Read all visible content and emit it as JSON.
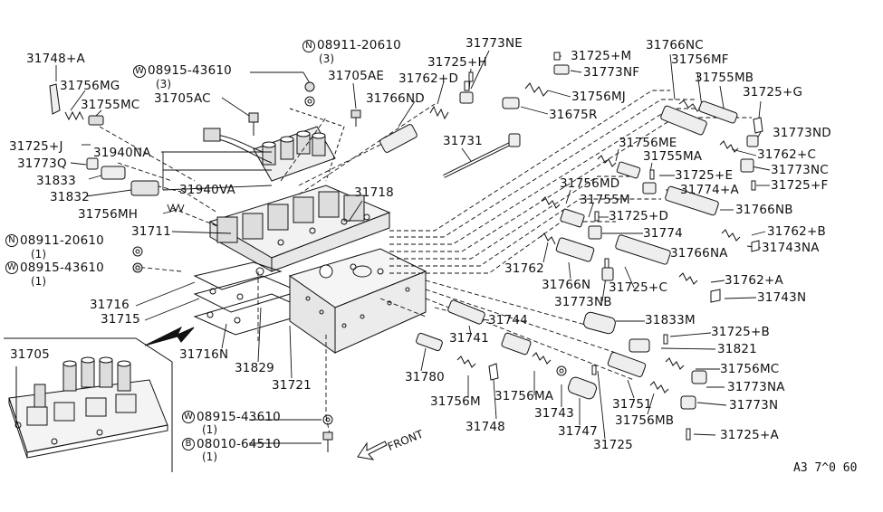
{
  "parts": {
    "p31748A": "31748+A",
    "p31756MG": "31756MG",
    "p31755MC": "31755MC",
    "p31705AC": "31705AC",
    "p31725J": "31725+J",
    "p31940NA": "31940NA",
    "p31773Q": "31773Q",
    "p31833": "31833",
    "p31832": "31832",
    "p31940VA": "31940VA",
    "p31756MH": "31756MH",
    "p31711": "31711",
    "p31716": "31716",
    "p31715": "31715",
    "p31716N": "31716N",
    "p31829": "31829",
    "p31721": "31721",
    "p31705": "31705",
    "p31705AE": "31705AE",
    "p31762D": "31762+D",
    "p31766ND": "31766ND",
    "p31725H": "31725+H",
    "p31773NE": "31773NE",
    "p31731": "31731",
    "p31718": "31718",
    "p31725M": "31725+M",
    "p31773NF": "31773NF",
    "p31756MJ": "31756MJ",
    "p31675R": "31675R",
    "p31766NC": "31766NC",
    "p31756MF": "31756MF",
    "p31755MB": "31755MB",
    "p31725G": "31725+G",
    "p31773ND": "31773ND",
    "p31762C": "31762+C",
    "p31773NC": "31773NC",
    "p31725F": "31725+F",
    "p31756ME": "31756ME",
    "p31755MA": "31755MA",
    "p31725E": "31725+E",
    "p31774A": "31774+A",
    "p31756MD": "31756MD",
    "p31755M": "31755M",
    "p31766NB": "31766NB",
    "p31725D": "31725+D",
    "p31774": "31774",
    "p31762B": "31762+B",
    "p31743NA": "31743NA",
    "p31762": "31762",
    "p31766NA": "31766NA",
    "p31766N": "31766N",
    "p31725C": "31725+C",
    "p31762A": "31762+A",
    "p31773NB": "31773NB",
    "p31743N": "31743N",
    "p31833M": "31833M",
    "p31744": "31744",
    "p31741": "31741",
    "p31725B": "31725+B",
    "p31821": "31821",
    "p31780": "31780",
    "p31756MC": "31756MC",
    "p31773NA": "31773NA",
    "p31756M": "31756M",
    "p31756MA": "31756MA",
    "p31743": "31743",
    "p31751": "31751",
    "p31773N": "31773N",
    "p31756MB": "31756MB",
    "p31748": "31748",
    "p31747": "31747",
    "p31725": "31725",
    "p31725A": "31725+A"
  },
  "fasteners": {
    "n1_code": "08911-20610",
    "n1_prefix": "N",
    "n1_qty": "(3)",
    "w1_code": "08915-43610",
    "w1_prefix": "W",
    "w1_qty": "(3)",
    "n2_code": "08911-20610",
    "n2_prefix": "N",
    "n2_qty": "(1)",
    "w2_code": "08915-43610",
    "w2_prefix": "W",
    "w2_qty": "(1)",
    "w3_code": "08915-43610",
    "w3_prefix": "W",
    "w3_qty": "(1)",
    "b1_code": "08010-64510",
    "b1_prefix": "B",
    "b1_qty": "(1)"
  },
  "front_label": "FRONT",
  "reference": "A3 7^0 60"
}
